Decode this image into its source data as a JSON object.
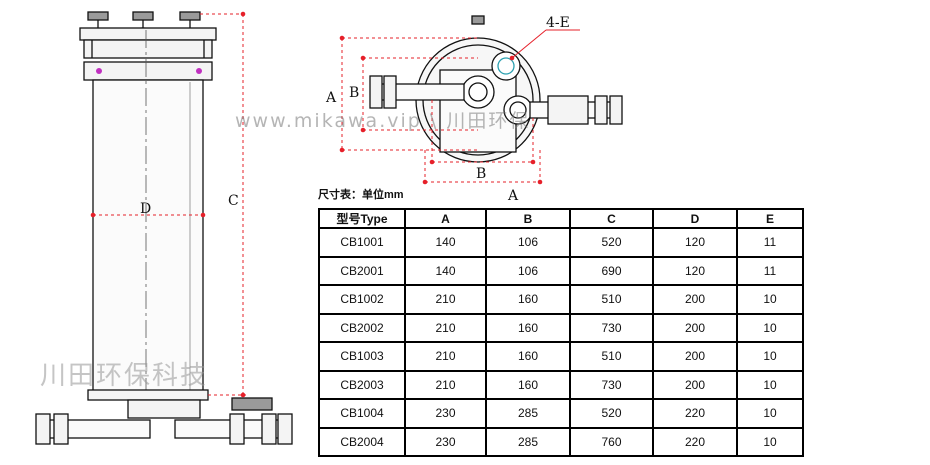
{
  "dimension_labels": {
    "a": "A",
    "b": "B",
    "c": "C",
    "d": "D",
    "e": "4-E"
  },
  "watermark": {
    "url": "www.mikawa.vip",
    "brand_chars": "川田环保",
    "company": "川田环保科技"
  },
  "table": {
    "unit_note": "尺寸表：单位mm",
    "headers": [
      "型号Type",
      "A",
      "B",
      "C",
      "D",
      "E"
    ],
    "rows": [
      [
        "CB1001",
        "140",
        "106",
        "520",
        "120",
        "11"
      ],
      [
        "CB2001",
        "140",
        "106",
        "690",
        "120",
        "11"
      ],
      [
        "CB1002",
        "210",
        "160",
        "510",
        "200",
        "10"
      ],
      [
        "CB2002",
        "210",
        "160",
        "730",
        "200",
        "10"
      ],
      [
        "CB1003",
        "210",
        "160",
        "510",
        "200",
        "10"
      ],
      [
        "CB2003",
        "210",
        "160",
        "730",
        "200",
        "10"
      ],
      [
        "CB1004",
        "230",
        "285",
        "520",
        "220",
        "10"
      ],
      [
        "CB2004",
        "230",
        "285",
        "760",
        "220",
        "10"
      ]
    ]
  },
  "colors": {
    "dimension": "#e6202a",
    "line": "#111111",
    "pipe_fill": "#f4f4f4",
    "fitting": "#9a9a9a"
  }
}
